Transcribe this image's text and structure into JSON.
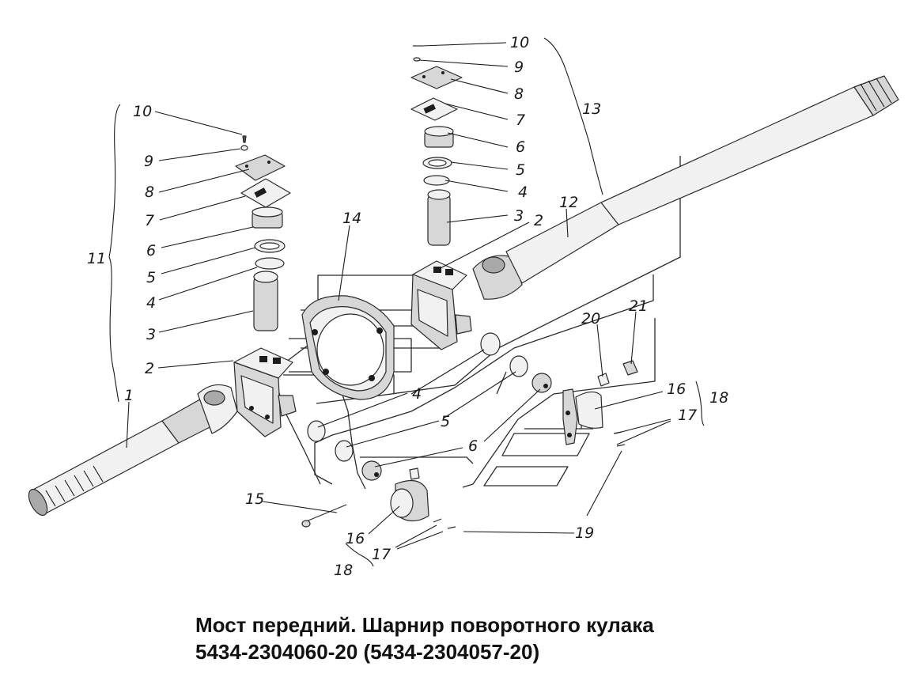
{
  "title": {
    "line1": "Мост передний. Шарнир поворотного кулака",
    "line2": "5434-2304060-20 (5434-2304057-20)"
  },
  "callouts": [
    {
      "id": "c-10-left",
      "text": "10"
    },
    {
      "id": "c-9-left",
      "text": "9"
    },
    {
      "id": "c-8-left",
      "text": "8"
    },
    {
      "id": "c-7-left",
      "text": "7"
    },
    {
      "id": "c-6-left",
      "text": "6"
    },
    {
      "id": "c-5-left",
      "text": "5"
    },
    {
      "id": "c-4-left",
      "text": "4"
    },
    {
      "id": "c-3-left",
      "text": "3"
    },
    {
      "id": "c-2-left",
      "text": "2"
    },
    {
      "id": "c-11",
      "text": "11"
    },
    {
      "id": "c-1",
      "text": "1"
    },
    {
      "id": "c-10-right",
      "text": "10"
    },
    {
      "id": "c-9-right",
      "text": "9"
    },
    {
      "id": "c-8-right",
      "text": "8"
    },
    {
      "id": "c-7-right",
      "text": "7"
    },
    {
      "id": "c-6-right",
      "text": "6"
    },
    {
      "id": "c-5-right",
      "text": "5"
    },
    {
      "id": "c-4-right",
      "text": "4"
    },
    {
      "id": "c-3-right",
      "text": "3"
    },
    {
      "id": "c-2-right",
      "text": "2"
    },
    {
      "id": "c-13",
      "text": "13"
    },
    {
      "id": "c-12",
      "text": "12"
    },
    {
      "id": "c-14",
      "text": "14"
    },
    {
      "id": "c-4-center",
      "text": "4"
    },
    {
      "id": "c-5-center",
      "text": "5"
    },
    {
      "id": "c-6-center",
      "text": "6"
    },
    {
      "id": "c-20",
      "text": "20"
    },
    {
      "id": "c-21",
      "text": "21"
    },
    {
      "id": "c-16-right",
      "text": "16"
    },
    {
      "id": "c-18-right",
      "text": "18"
    },
    {
      "id": "c-17-right",
      "text": "17"
    },
    {
      "id": "c-19",
      "text": "19"
    },
    {
      "id": "c-15",
      "text": "15"
    },
    {
      "id": "c-16-bottom",
      "text": "16"
    },
    {
      "id": "c-17-bottom",
      "text": "17"
    },
    {
      "id": "c-18-bottom",
      "text": "18"
    }
  ]
}
